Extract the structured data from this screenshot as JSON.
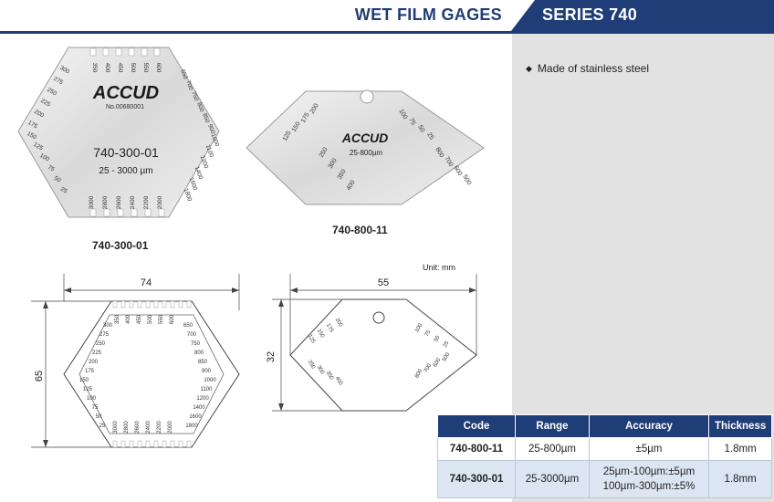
{
  "header": {
    "title": "WET FILM GAGES",
    "series": "SERIES 740"
  },
  "features": [
    "Made of stainless steel"
  ],
  "products": {
    "p1": {
      "code": "740-300-01",
      "brand": "ACCUD",
      "serial": "No.00680001",
      "range": "25 - 3000 µm",
      "top_scale": [
        "350",
        "400",
        "450",
        "500",
        "550",
        "600"
      ],
      "left_scale": [
        "300",
        "275",
        "250",
        "225",
        "200",
        "175",
        "150",
        "125",
        "100",
        "75",
        "50",
        "25"
      ],
      "right_scale": [
        "650",
        "700",
        "750",
        "800",
        "850",
        "900",
        "1000",
        "1100",
        "1200",
        "1400",
        "1600",
        "1800"
      ],
      "bottom_scale": [
        "3000",
        "2800",
        "2600",
        "2400",
        "2200",
        "2000"
      ]
    },
    "p2": {
      "code": "740-800-11",
      "brand": "ACCUD",
      "range": "25-800µm",
      "scale_a": [
        "125",
        "150",
        "175",
        "200",
        "250",
        "300",
        "350",
        "400"
      ],
      "scale_b": [
        "100",
        "75",
        "50",
        "25",
        "800",
        "700",
        "600",
        "500"
      ]
    }
  },
  "drawing": {
    "unit": "Unit: mm",
    "d1_width": "74",
    "d1_height": "65",
    "d2_width": "55",
    "d2_height": "32"
  },
  "table": {
    "headers": [
      "Code",
      "Range",
      "Accuracy",
      "Thickness"
    ],
    "rows": [
      {
        "code": "740-800-11",
        "range": "25-800µm",
        "accuracy": [
          "±5µm"
        ],
        "thickness": "1.8mm"
      },
      {
        "code": "740-300-01",
        "range": "25-3000µm",
        "accuracy": [
          "25µm-100µm:±5µm",
          "100µm-300µm:±5%"
        ],
        "thickness": "1.8mm"
      }
    ]
  },
  "colors": {
    "brand": "#1f3d77",
    "panel": "#e2e2e2",
    "row_alt": "#dce6f3"
  }
}
